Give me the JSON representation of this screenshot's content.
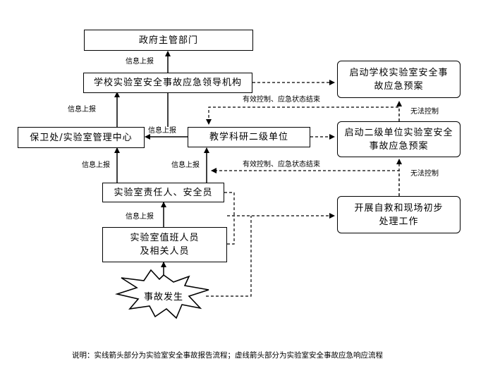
{
  "nodes": {
    "gov": "政府主管部门",
    "school_leader": "学校实验室安全事故应急领导机构",
    "school_plan": "启动学校实验室安全事故应急预案",
    "security_center": "保卫处/实验室管理中心",
    "teaching_unit": "教学科研二级单位",
    "unit_plan": "启动二级单位实验室安全事故应急预案",
    "lab_responsible": "实验室责任人、安全员",
    "lab_duty_line1": "实验室值班人员",
    "lab_duty_line2": "及相关人员",
    "rescue": "开展自救和现场初步处理工作",
    "accident": "事故发生"
  },
  "labels": {
    "report_1": "信息上报",
    "report_2": "信息上报",
    "report_3": "信息上报",
    "report_4": "信息上报",
    "report_5": "信息上报",
    "report_6": "信息上报",
    "control_end_1": "有效控制、应急状态结束",
    "control_end_2": "有效控制、应急状态结束",
    "no_control_1": "无法控制",
    "no_control_2": "无法控制"
  },
  "note": "说明：实线箭头部分为实验室安全事故报告流程；虚线箭头部分为实验室安全事故应急响应流程"
}
